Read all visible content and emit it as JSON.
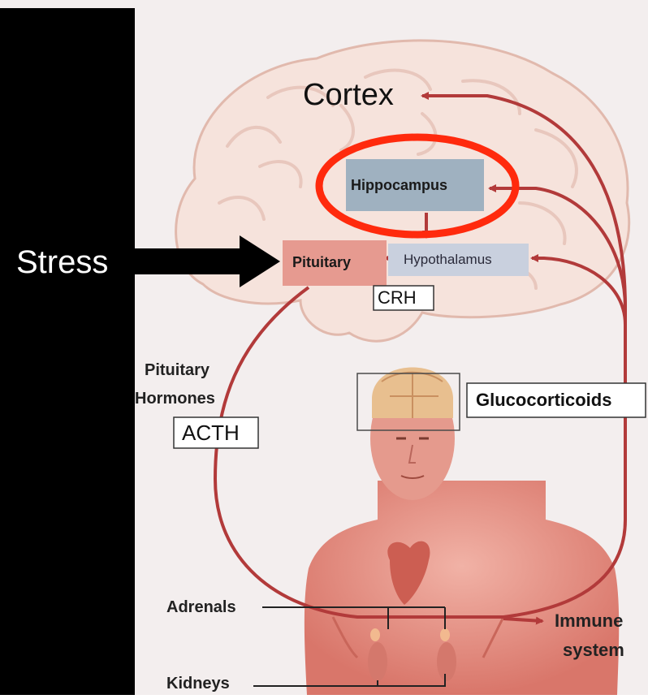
{
  "labels": {
    "stress": "Stress",
    "cortex": "Cortex",
    "hippocampus": "Hippocampus",
    "pituitary": "Pituitary",
    "hypothalamus": "Hypothalamus",
    "crh": "CRH",
    "pituitary_hormones_line1": "Pituitary",
    "pituitary_hormones_line2": "Hormones",
    "acth": "ACTH",
    "glucocorticoids": "Glucocorticoids",
    "adrenals": "Adrenals",
    "kidneys": "Kidneys",
    "immune_line1": "Immune",
    "immune_line2": "system"
  },
  "colors": {
    "left_bar": "#000000",
    "background": "#f3eeee",
    "brain_fill": "#f6e3dc",
    "brain_stroke": "#e1b9ad",
    "arrow": "#b23a3a",
    "highlight_ring": "#ff2a0d",
    "hippocampus_box": "#9fb1c0",
    "pituitary_box": "#e69a90",
    "hypothalamus_box": "#c9d0de",
    "body_skin": "#e8948a"
  }
}
